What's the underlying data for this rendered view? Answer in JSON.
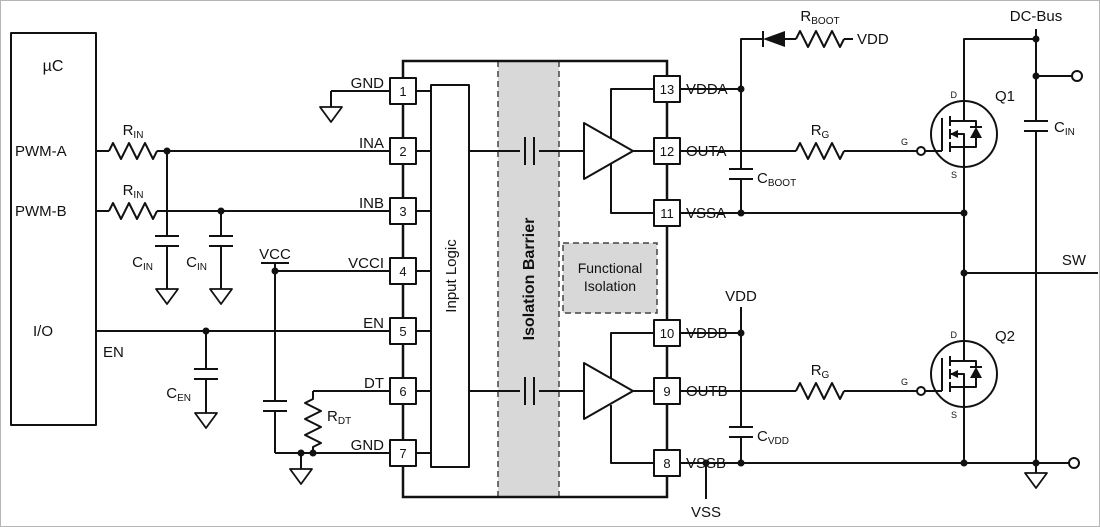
{
  "colors": {
    "line": "#111111",
    "fill_gray": "#d8d8d8",
    "background": "#ffffff"
  },
  "mcu": {
    "title": "µC",
    "pwm_a": "PWM-A",
    "pwm_b": "PWM-B",
    "io": "I/O",
    "en": "EN"
  },
  "components": {
    "r_in_a": {
      "base": "R",
      "sub": "IN"
    },
    "r_in_b": {
      "base": "R",
      "sub": "IN"
    },
    "c_in_a": {
      "base": "C",
      "sub": "IN"
    },
    "c_in_b": {
      "base": "C",
      "sub": "IN"
    },
    "c_en": {
      "base": "C",
      "sub": "EN"
    },
    "vcc": "VCC",
    "r_dt": {
      "base": "R",
      "sub": "DT"
    },
    "r_boot": {
      "base": "R",
      "sub": "BOOT"
    },
    "c_boot": {
      "base": "C",
      "sub": "BOOT"
    },
    "r_g_a": {
      "base": "R",
      "sub": "G"
    },
    "r_g_b": {
      "base": "R",
      "sub": "G"
    },
    "c_vdd": {
      "base": "C",
      "sub": "VDD"
    },
    "c_in_bus": {
      "base": "C",
      "sub": "IN"
    },
    "q1": "Q1",
    "q2": "Q2"
  },
  "ic": {
    "input_logic": "Input Logic",
    "isolation_barrier": "Isolation Barrier",
    "functional_isolation_line1": "Functional",
    "functional_isolation_line2": "Isolation",
    "pins_left": [
      {
        "num": "1",
        "name": "GND"
      },
      {
        "num": "2",
        "name": "INA"
      },
      {
        "num": "3",
        "name": "INB"
      },
      {
        "num": "4",
        "name": "VCCI"
      },
      {
        "num": "5",
        "name": "EN"
      },
      {
        "num": "6",
        "name": "DT"
      },
      {
        "num": "7",
        "name": "GND"
      }
    ],
    "pins_right": [
      {
        "num": "13",
        "name": "VDDA"
      },
      {
        "num": "12",
        "name": "OUTA"
      },
      {
        "num": "11",
        "name": "VSSA"
      },
      {
        "num": "10",
        "name": "VDDB"
      },
      {
        "num": "9",
        "name": "OUTB"
      },
      {
        "num": "8",
        "name": "VSSB"
      }
    ]
  },
  "rails": {
    "vdd_top": "VDD",
    "vdd_bottom": "VDD",
    "vss": "VSS",
    "dc_bus": "DC-Bus",
    "sw": "SW"
  },
  "fet_terminals": {
    "d": "D",
    "g": "G",
    "s": "S"
  }
}
